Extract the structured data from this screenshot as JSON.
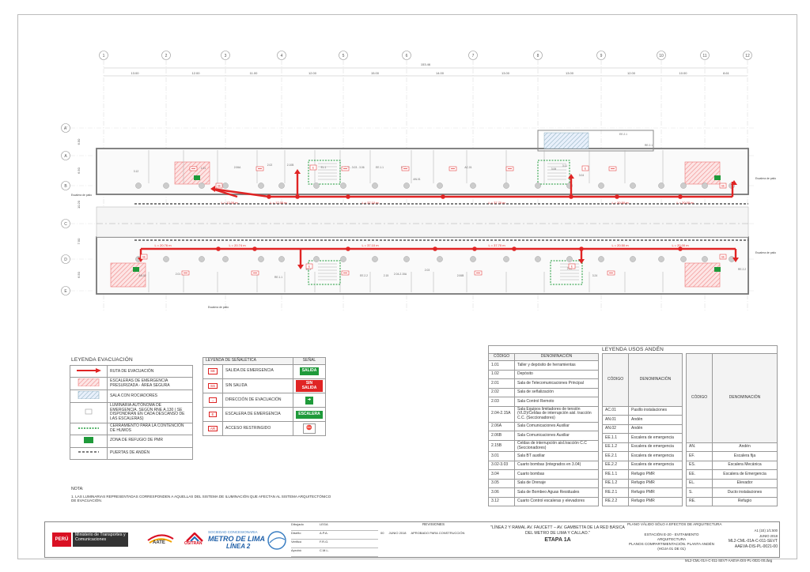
{
  "grid": {
    "columns": [
      "1",
      "2",
      "3",
      "4",
      "5",
      "6",
      "7",
      "8",
      "9",
      "10",
      "11",
      "12"
    ],
    "spacings": [
      "13.00",
      "12.00",
      "11.00",
      "12.00",
      "15.00",
      "14.00",
      "13.00",
      "13.00",
      "12.00",
      "10.00",
      "8.61"
    ],
    "total": "153.46",
    "rows": [
      "A'",
      "A",
      "B",
      "C",
      "D",
      "E"
    ],
    "row_dims": [
      "6.50",
      "6.50",
      "10.20",
      "7.50",
      "6.50"
    ]
  },
  "plan": {
    "route_top": [
      "L = 12.00 m",
      "L = 17.00 m",
      "L = 37.10 m",
      "L = 37.70 m",
      "L = 20.50 m",
      "L = 20.00 m"
    ],
    "route_bottom": [
      "L = 20.76 m",
      "L = 20.74 m",
      "L = 37.10 m",
      "L = 37.70 m",
      "L = 20.50 m",
      "L = 20.00 m"
    ],
    "rooms": [
      "3.12",
      "1.01",
      "2.06A",
      "2.02",
      "2.10B",
      "EL.1",
      "3.02 - 3.03 - 3.06",
      "EE.1.1",
      "1.12",
      "AN.01",
      "AC.01",
      "3.06",
      "3.11",
      "3.04",
      "EE.2.1",
      "RE.2.1",
      "AN.02",
      "2.01",
      "EL.2",
      "2.03",
      "2.04-2.15A",
      "2.06B",
      "EE.2.2",
      "2.15",
      "2.13",
      "3.24",
      "RE.1.1",
      "RE.2.2"
    ],
    "labels": [
      "Escalera de patio",
      "Escalera de patio",
      "Escalera de patio",
      "Escalera de patio"
    ],
    "signs": [
      "SE",
      "SS",
      "E",
      "AR"
    ]
  },
  "leyenda_evacuacion": {
    "title": "LEYENDA EVACUACIÓN",
    "items": [
      "RUTA DE EVACUACIÓN",
      "ESCALERAS DE EMERGENCIA PRESURIZADA - ÁREA SEGURA",
      "SALA CON ROCIADORES",
      "LUMINARIA AUTÓNOMA DE EMERGENCIA. SEGÚN RNE A.130 ( SE DISPONDRÁN EN CADA DESCANSO DE LAS ESCALERAS)",
      "CERRAMIENTO PARA LA CONTENCIÓN DE HUMOS",
      "ZONA DE REFUGIO DE PMR",
      "PUERTAS DE ANDÉN"
    ]
  },
  "leyenda_senaletica": {
    "title": "LEYENDA DE SEÑALÉTICA",
    "col_sign": "SEÑAL",
    "items": [
      {
        "code": "SE",
        "label": "SALIDA DE EMERGENCIA",
        "sign": "SALIDA",
        "color": "#1f9a3a"
      },
      {
        "code": "SS",
        "label": "SIN SALIDA",
        "sign": "SIN SALIDA",
        "color": "#e02424"
      },
      {
        "code": "→",
        "label": "DIRECCIÓN DE EVACUACIÓN",
        "sign": "➔",
        "color": "#1f9a3a"
      },
      {
        "code": "E",
        "label": "ESCALERA DE EMERGENCIA",
        "sign": "ESCALERA",
        "color": "#1f9a3a"
      },
      {
        "code": "AR",
        "label": "ACCESO RESTRINGIDO",
        "sign": "⛔",
        "color": "#ffffff"
      }
    ]
  },
  "nota": {
    "title": "NOTA:",
    "text": "1. LAS LUMINARIAS REPRESENTADAS CORRESPONDEN A AQUELLAS DEL SISTEMA DE ILUMINACIÓN QUE AFECTAN AL SISTEMA ARQUITECTÓNICO DE EVACUACIÓN."
  },
  "leyenda_usos": {
    "title": "LEYENDA USOS ANDÉN",
    "headers": [
      "CÓDIGO",
      "DENOMINACIÓN"
    ],
    "col1": [
      [
        "1.01",
        "Taller y depósito de herramientas"
      ],
      [
        "1.02",
        "Depósito"
      ],
      [
        "2.01",
        "Sala de Telecomunicaciones Principal"
      ],
      [
        "2.02",
        "Sala de señalización"
      ],
      [
        "2.03",
        "Sala Control Remoto"
      ],
      [
        "2.04-2.15A",
        "Sala Equipos limitadores de tensión (VLD)/Celdas de interrupción aisl. tracción C.C. (Seccionadores)"
      ],
      [
        "2.06A",
        "Sala Comunicaciones Auxiliar"
      ],
      [
        "2.06B",
        "Sala Comunicaciones Auxiliar"
      ],
      [
        "2.15B",
        "Celdas de interrupción aisl.tracción C.C (Seccionadores)"
      ],
      [
        "3.01",
        "Sala BT auxiliar"
      ],
      [
        "3.02-3.03",
        "Cuarto bombas (integrados en 3.04)"
      ],
      [
        "3.04",
        "Cuarto bombas"
      ],
      [
        "3.05",
        "Sala de Drenaje"
      ],
      [
        "3.06",
        "Sala de Bombeo Aguas Residuales"
      ],
      [
        "3.12",
        "Cuarto Control escaleras y elevadores"
      ]
    ],
    "col2": [
      [
        "AC.01",
        "Pasillo instalaciones"
      ],
      [
        "AN.01",
        "Andén"
      ],
      [
        "AN.02",
        "Andén"
      ],
      [
        "EE.1.1",
        "Escalera de emergencia"
      ],
      [
        "EE.1.2",
        "Escalera de emergencia"
      ],
      [
        "EE.2.1",
        "Escalera de emergencia"
      ],
      [
        "EE.2.2",
        "Escalera de emergencia"
      ],
      [
        "RE.1.1",
        "Refugio PMR"
      ],
      [
        "RE.1.2",
        "Refugio PMR"
      ],
      [
        "RE.2.1",
        "Refugio PMR"
      ],
      [
        "RE.2.2",
        "Refugio PMR"
      ]
    ],
    "col3": [
      [
        "AN.",
        "Andén"
      ],
      [
        "EF.",
        "Escalera fija"
      ],
      [
        "ES.",
        "Escalera Mecánica"
      ],
      [
        "EE.",
        "Escalera de Emergencia"
      ],
      [
        "EL.",
        "Elevador"
      ],
      [
        "S.",
        "Ducto instalaciones"
      ],
      [
        "RE.",
        "Refugio"
      ]
    ]
  },
  "title_block": {
    "valid": "PLANO VÁLIDO SÓLO A EFECTOS DE ARQUITECTURA",
    "ministry": "Ministerio de Transportes y Comunicaciones",
    "peru": "PERÚ",
    "aate": "AATE",
    "ositran": "OSITRAN",
    "concesionaria": "SOCIEDAD CONCESIONARIA",
    "metro": "METRO DE LIMA",
    "linea": "LÍNEA 2",
    "people": [
      [
        "Dibujado",
        "LEGA"
      ],
      [
        "Diseño",
        "A.P.A."
      ],
      [
        "Verificó",
        "F.R.G."
      ],
      [
        "Aprobó",
        "C.M.L."
      ]
    ],
    "revisiones": "REVISIONES",
    "rev_row": [
      "00",
      "JUNIO 2018",
      "APROBADO PARA CONSTRUCCIÓN"
    ],
    "project": "\"LÍNEA 2 Y RAMAL AV. FAUCETT – AV. GAMBETTA DE LA RED BÁSICA DEL METRO DE LIMA Y CALLAO.\"",
    "etapa": "ETAPA 1A",
    "station": "ESTACIÓN E-20 - EVITAMIENTO",
    "discipline": "ARQUITECTURA",
    "plan_title": "PLANOS COMPARTIMENTACIÓN. PLANTA ANDÉN",
    "sheet": "(HOJA 01 DE 01)",
    "scale": "A1 (1E) 1/1:500",
    "date": "JUNIO 2018",
    "code1": "ML2-CML-01A-C-011-SEVT",
    "code2": "AAEVA-DIS-PL-0021-00",
    "filename": "ML2-CML-01A-C-011-SEVT-AAEVA-DIS-PL-0021-00.dwg"
  }
}
